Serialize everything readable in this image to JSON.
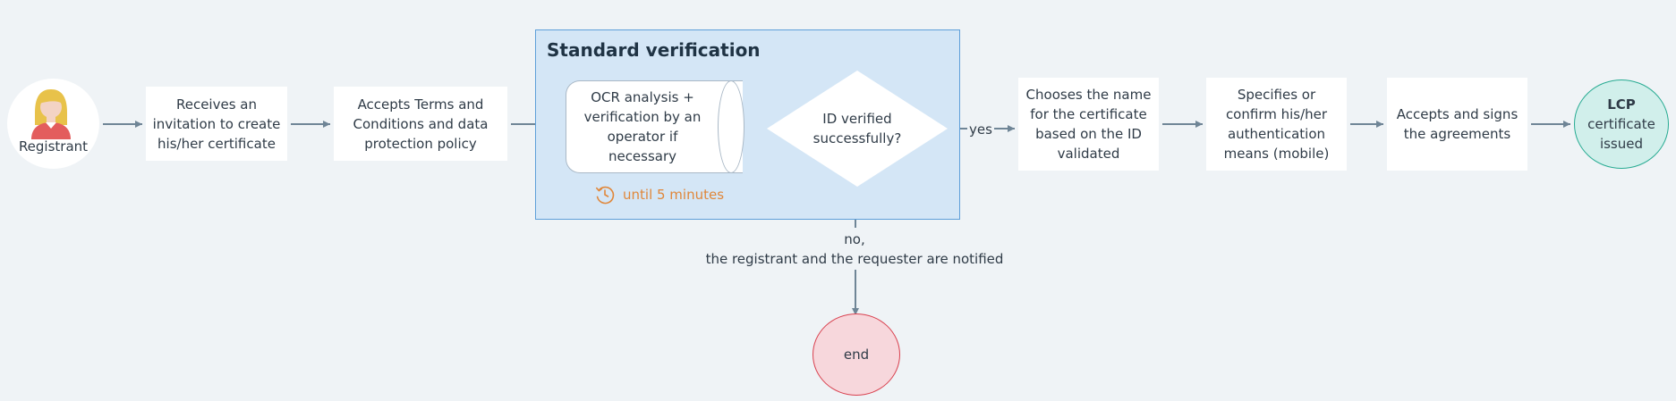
{
  "diagram": {
    "start": {
      "label": "Registrant"
    },
    "group": {
      "title": "Standard verification",
      "ocr_step": "OCR analysis +\nverification by an\noperator if\nnecessary",
      "decision": "ID verified\nsuccessfully?",
      "timer": "until 5 minutes"
    },
    "steps": {
      "receive": "Receives an\ninvitation to create\nhis/her certificate",
      "accept_terms": "Accepts Terms and\nConditions and data\nprotection policy",
      "choose_name": "Chooses the name\nfor the certificate\nbased on the ID\nvalidated",
      "specify_auth": "Specifies or\nconfirm his/her\nauthentication\nmeans (mobile)",
      "sign": "Accepts and signs\nthe agreements"
    },
    "edges": {
      "yes": "yes",
      "no": "no,\nthe registrant and the requester are notified"
    },
    "end": {
      "label": "end"
    },
    "issued": {
      "title": "LCP",
      "subtitle": "certificate\nissued"
    }
  },
  "colors": {
    "background": "#eff3f6",
    "group_fill": "#d4e6f6",
    "group_border": "#5e9fd9",
    "arrow": "#6f8596",
    "timer": "#e0873a",
    "end_fill": "#f7d7dc",
    "end_border": "#d9414f",
    "issued_fill": "#d1efeb",
    "issued_border": "#27ab92"
  }
}
